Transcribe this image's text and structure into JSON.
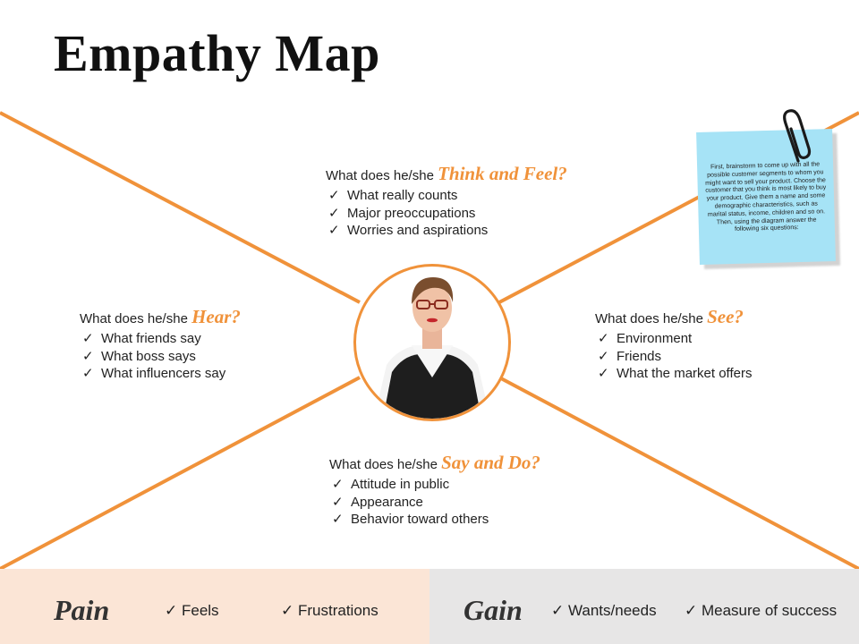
{
  "title": "Empathy Map",
  "quadrants": {
    "think": {
      "prefix": "What does he/she ",
      "emphasis": "Think and Feel?",
      "items": [
        "What really counts",
        "Major preoccupations",
        "Worries and aspirations"
      ]
    },
    "hear": {
      "prefix": "What does he/she ",
      "emphasis": "Hear?",
      "items": [
        "What friends say",
        "What boss says",
        "What influencers say"
      ]
    },
    "see": {
      "prefix": "What does he/she ",
      "emphasis": "See?",
      "items": [
        "Environment",
        "Friends",
        "What the market offers"
      ]
    },
    "say": {
      "prefix": "What does he/she ",
      "emphasis": "Say and Do?",
      "items": [
        "Attitude in public",
        "Appearance",
        "Behavior toward others"
      ]
    }
  },
  "note": {
    "text": "First, brainstorm to come up with all the possible customer segments to whom you might want to sell your product.  Choose the customer that you think is most likely to buy your product.  Give them a name and some demographic characteristics, such as marital status, income, children and so on.  Then, using the diagram answer the following six questions:"
  },
  "bottom": {
    "pain": {
      "label": "Pain",
      "items": [
        "Feels",
        "Frustrations"
      ]
    },
    "gain": {
      "label": "Gain",
      "items": [
        "Wants/needs",
        "Measure of success"
      ]
    }
  },
  "check_glyph": "✓",
  "colors": {
    "accent": "#f0923a",
    "pain_bg": "#fbe5d6",
    "gain_bg": "#e7e6e6",
    "note_bg": "#a6e3f6"
  },
  "icons": {
    "clip": "paperclip-icon",
    "avatar": "person-avatar"
  }
}
